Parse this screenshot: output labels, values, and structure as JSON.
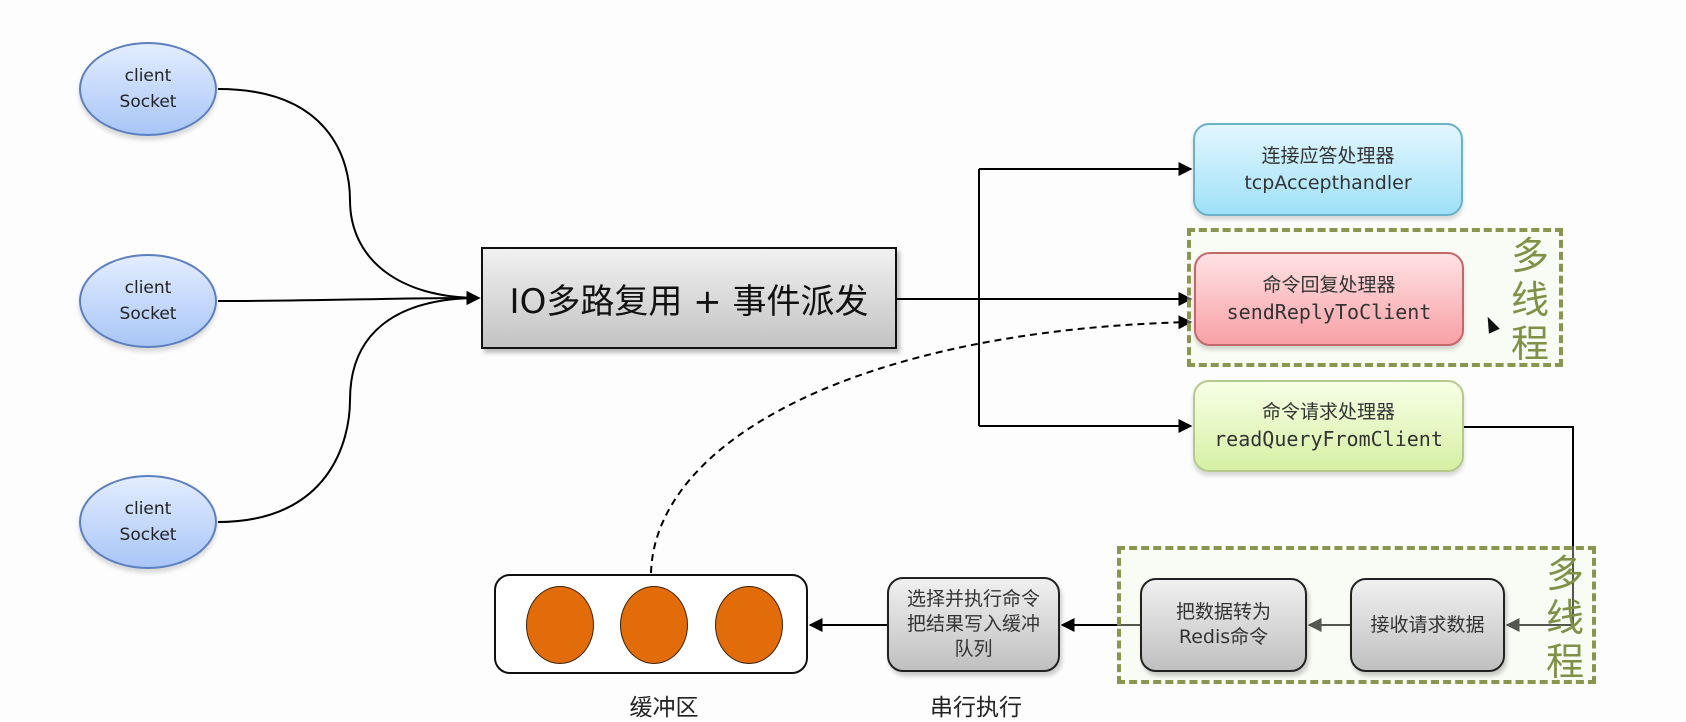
{
  "diagram": {
    "clients": [
      {
        "line1": "client",
        "line2": "Socket"
      },
      {
        "line1": "client",
        "line2": "Socket"
      },
      {
        "line1": "client",
        "line2": "Socket"
      }
    ],
    "dispatcher": {
      "label": "IO多路复用 + 事件派发"
    },
    "handlers": {
      "accept": {
        "title": "连接应答处理器",
        "name": "tcpAccepthandler"
      },
      "reply": {
        "title": "命令回复处理器",
        "name": "sendReplyToClient"
      },
      "read": {
        "title": "命令请求处理器",
        "name": "readQueryFromClient"
      }
    },
    "multithread_label": [
      "多",
      "线",
      "程"
    ],
    "steps": {
      "receive": {
        "line1": "接收请求数据"
      },
      "convert": {
        "line1": "把数据转为",
        "line2": "Redis命令"
      },
      "execute": {
        "line1": "选择并执行命令",
        "line2": "把结果写入缓冲",
        "line3": "队列"
      }
    },
    "buffer": {
      "caption": "缓冲区",
      "item_count": 3
    },
    "serial_caption": "串行执行",
    "colors": {
      "accept": "#9fe1f8",
      "reply": "#f8a1a6",
      "read": "#d5f0a4",
      "client": "#a9c6f7",
      "buffer_item": "#e36c0a",
      "multithread": "#7f9147"
    }
  }
}
